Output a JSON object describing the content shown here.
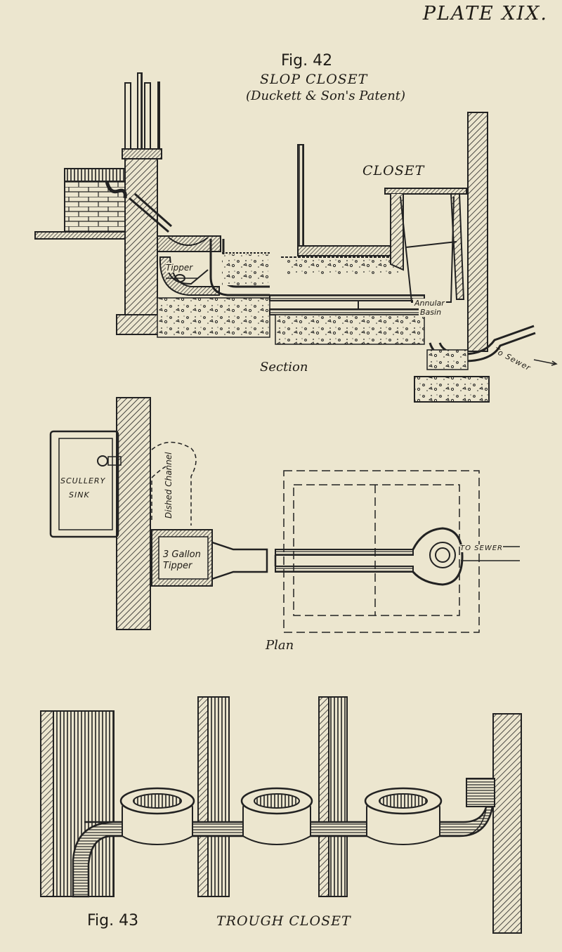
{
  "plate_title": "PLATE XIX.",
  "figure42": {
    "number": "Fig. 42",
    "title": "SLOP CLOSET",
    "subtitle": "(Duckett & Son's Patent)"
  },
  "section_view": {
    "caption": "Section",
    "labels": {
      "closet": "CLOSET",
      "annular": "Annular",
      "basin": "Basin",
      "tipper": "Tipper",
      "to_sewer": "To Sewer"
    }
  },
  "plan_view": {
    "caption": "Plan",
    "labels": {
      "scullery": "SCULLERY",
      "sink": "SINK",
      "dished_channel": "Dished Channel",
      "gallon": "3 Gallon",
      "tipper": "Tipper",
      "to_sewer": "TO SEWER"
    }
  },
  "figure43": {
    "number": "Fig. 43",
    "title": "TROUGH CLOSET"
  }
}
